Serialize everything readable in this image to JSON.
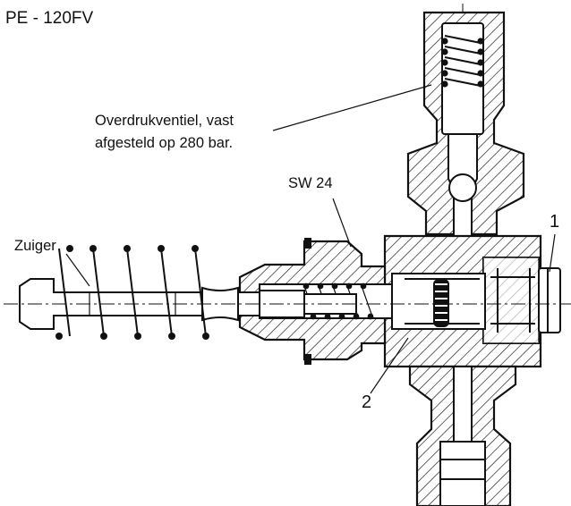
{
  "title": "PE - 120FV",
  "labels": {
    "relief_valve_line1": "Overdrukventiel, vast",
    "relief_valve_line2": "afgesteld op 280 bar.",
    "wrench_size": "SW 24",
    "piston": "Zuiger",
    "marker_1": "1",
    "marker_2": "2"
  },
  "colors": {
    "line": "#111111",
    "background": "#ffffff"
  }
}
